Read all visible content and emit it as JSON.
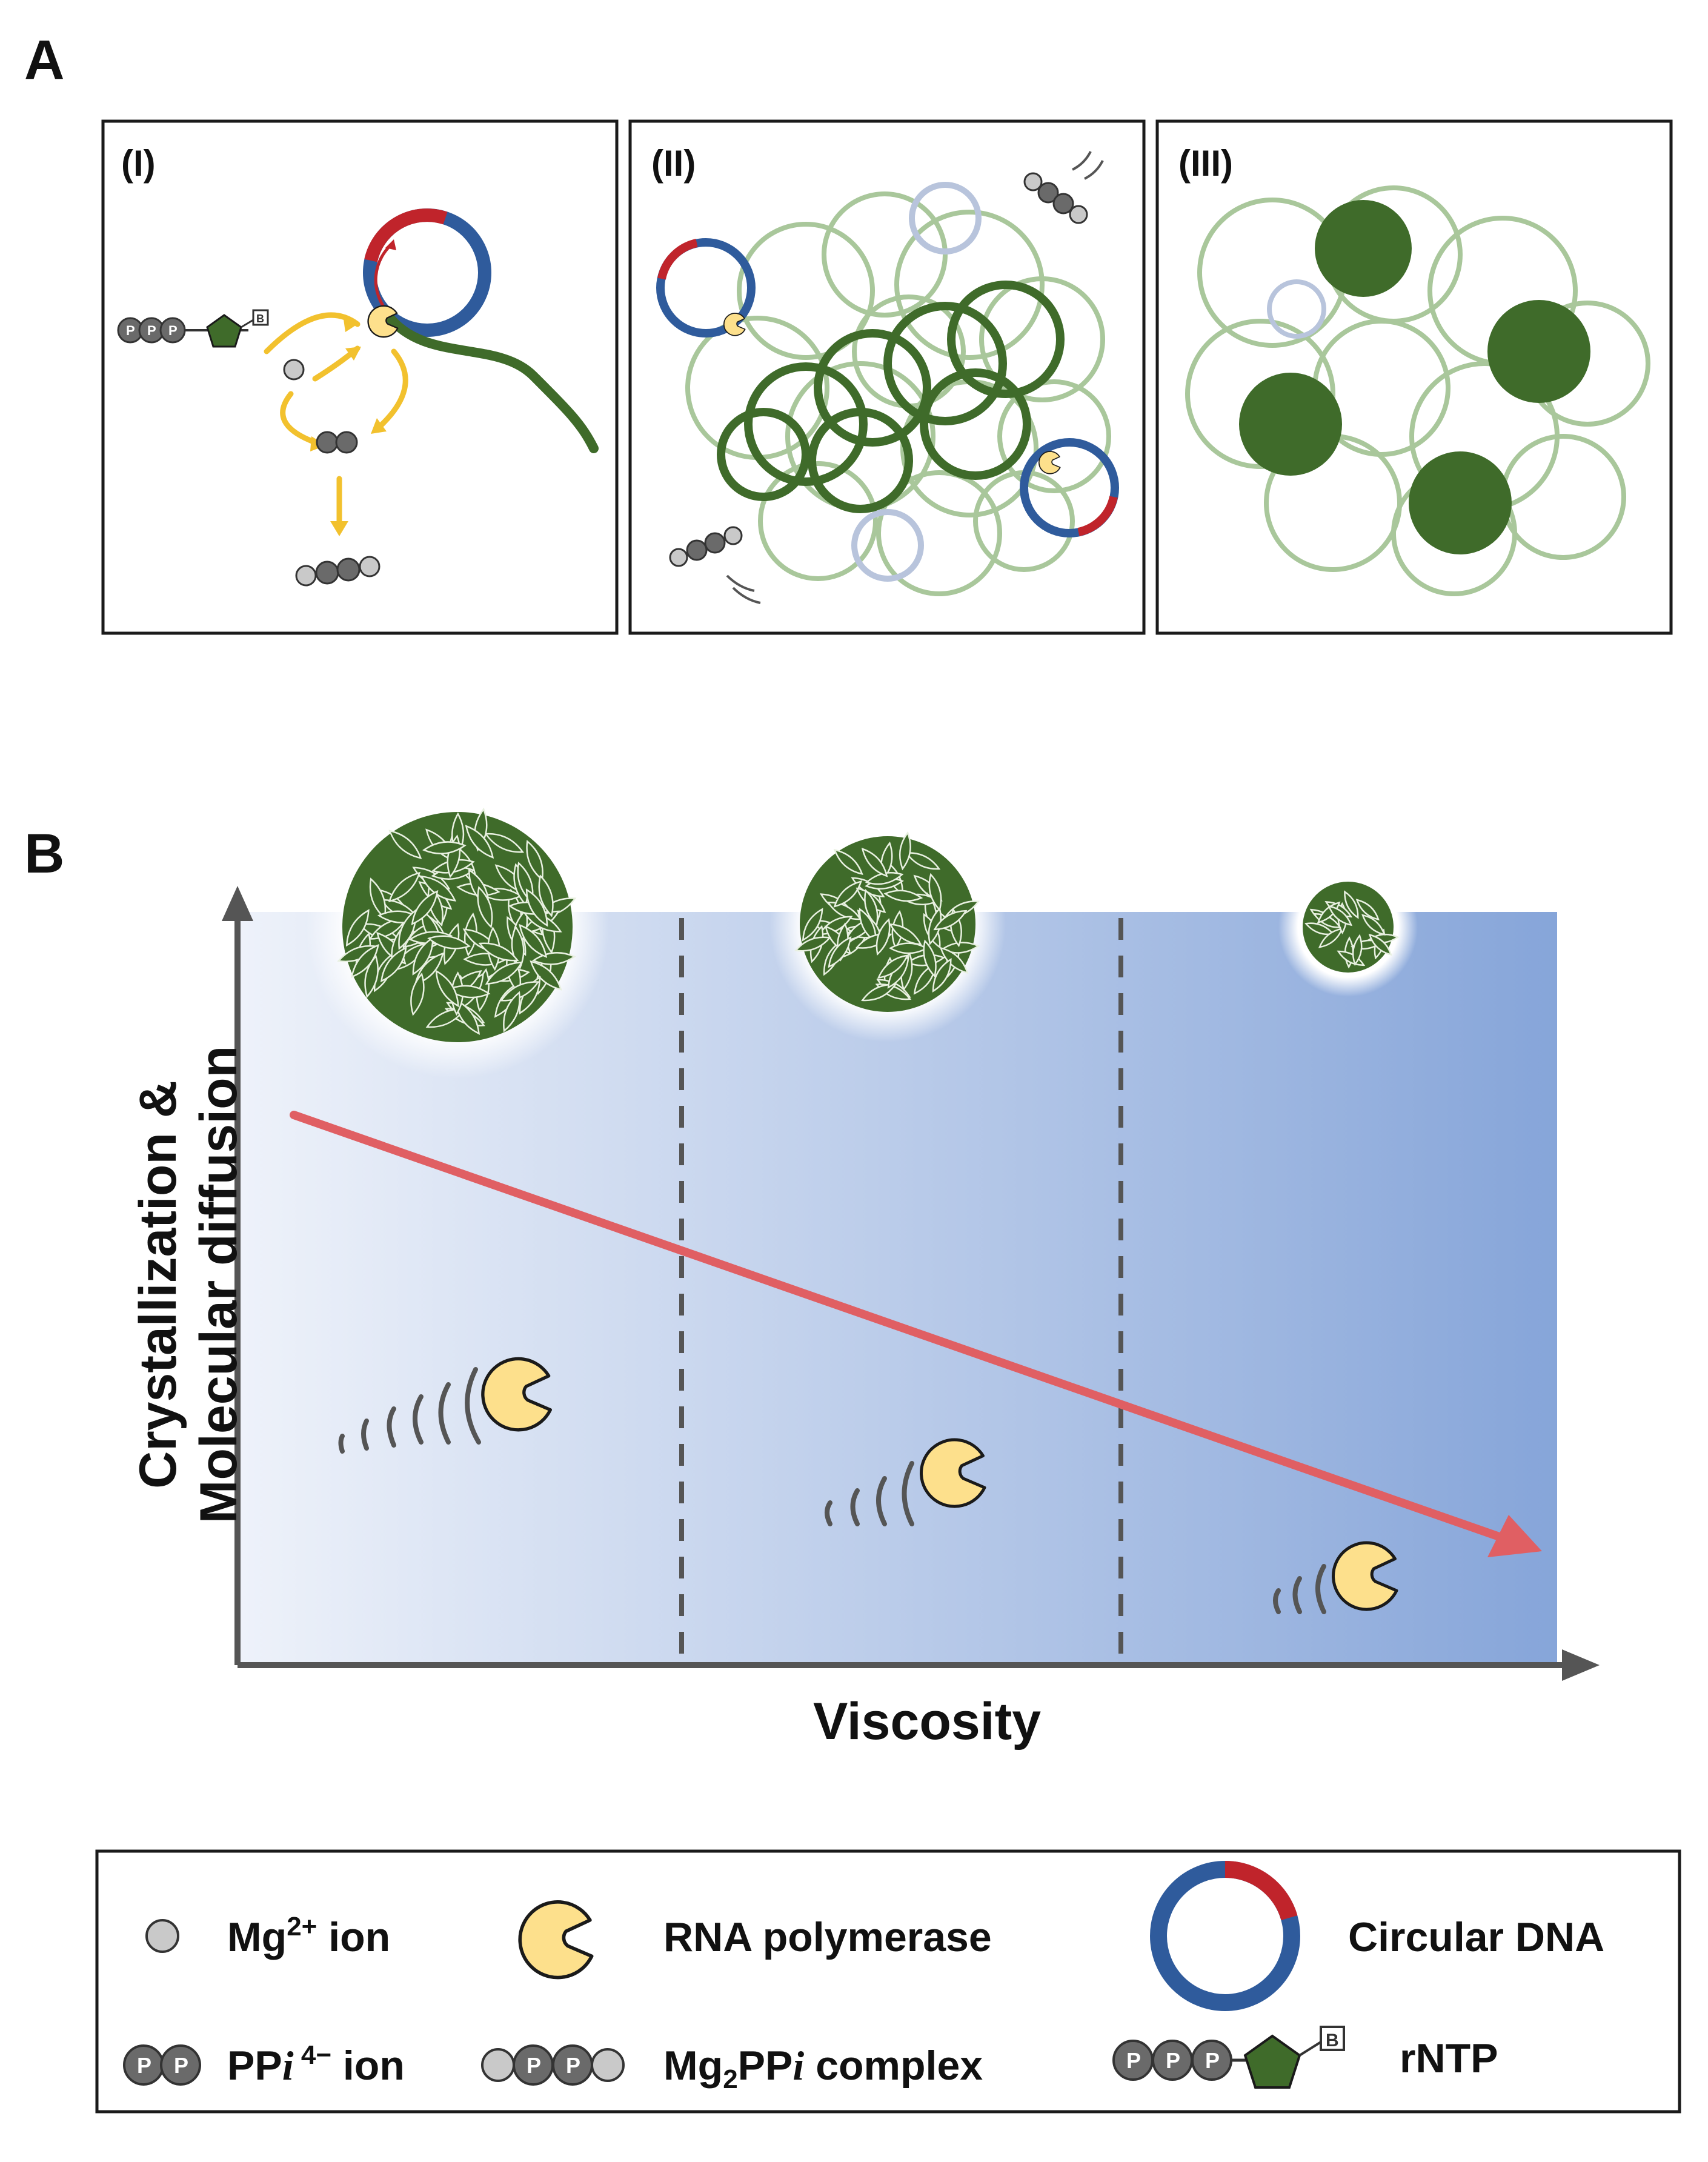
{
  "panel_a": {
    "letter": "A",
    "panels": [
      "(I)",
      "(II)",
      "(III)"
    ]
  },
  "panel_b": {
    "letter": "B",
    "y_label_line1": "Crystallization &",
    "y_label_line2": "Molecular diffusion",
    "x_label": "Viscosity"
  },
  "legend": {
    "mg_ion": "Mg",
    "mg_ion_sup": "2+",
    "mg_ion_suffix": " ion",
    "rna_polymerase": "RNA polymerase",
    "circular_dna": "Circular DNA",
    "ppi_ion_pre": "PP",
    "ppi_ion_italic": "i",
    "ppi_ion_sup": " 4−",
    "ppi_ion_suffix": " ion",
    "mg2ppi_pre": "Mg",
    "mg2ppi_sub": "2",
    "mg2ppi_mid": "PP",
    "mg2ppi_italic": "i",
    "mg2ppi_suffix": " complex",
    "rntp": "rNTP",
    "p_symbol": "P",
    "b_symbol": "B"
  },
  "colors": {
    "dna_blue": "#2f5b9c",
    "dna_red": "#c0242b",
    "rna_green": "#3f6b2a",
    "rna_green_light": "#a9c79b",
    "enzyme_yellow": "#fde08c",
    "arrow_yellow": "#f2c12e",
    "trend_arrow": "#e05f63",
    "axis_gray": "#555555",
    "gradient_start": "#eef2fa",
    "gradient_end": "#86a5d9"
  }
}
